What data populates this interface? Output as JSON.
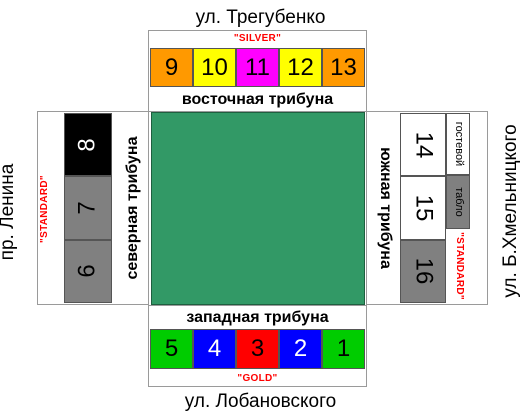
{
  "streets": {
    "top": "ул. Трегубенко",
    "bottom": "ул. Лобановского",
    "left": "пр. Ленина",
    "right": "ул. Б.Хмельницкого"
  },
  "stands": {
    "east": "восточная трибуна",
    "west": "западная трибуна",
    "north": "северная трибуна",
    "south": "южная трибуна"
  },
  "tiers": {
    "top": "\"SILVER\"",
    "bottom": "\"GOLD\"",
    "left": "\"STANDARD\"",
    "right": "\"STANDARD\""
  },
  "labels": {
    "guest": "гостевой",
    "scoreboard": "табло"
  },
  "sectors": {
    "east": [
      {
        "num": "9",
        "color": "#ff9900"
      },
      {
        "num": "10",
        "color": "#ffff00"
      },
      {
        "num": "11",
        "color": "#ff00ff"
      },
      {
        "num": "12",
        "color": "#ffff00"
      },
      {
        "num": "13",
        "color": "#ff9900"
      }
    ],
    "west": [
      {
        "num": "5",
        "color": "#00cc00"
      },
      {
        "num": "4",
        "color": "#0000ff"
      },
      {
        "num": "3",
        "color": "#ff0000"
      },
      {
        "num": "2",
        "color": "#0000ff"
      },
      {
        "num": "1",
        "color": "#00cc00"
      }
    ],
    "north": [
      {
        "num": "8",
        "color": "#000000"
      },
      {
        "num": "7",
        "color": "#808080"
      },
      {
        "num": "6",
        "color": "#808080"
      }
    ],
    "south": [
      {
        "num": "14",
        "color": "#ffffff"
      },
      {
        "num": "15",
        "color": "#ffffff"
      },
      {
        "num": "16",
        "color": "#808080"
      }
    ]
  },
  "colors": {
    "field": "#329966",
    "tier_text": "#ff0000"
  }
}
